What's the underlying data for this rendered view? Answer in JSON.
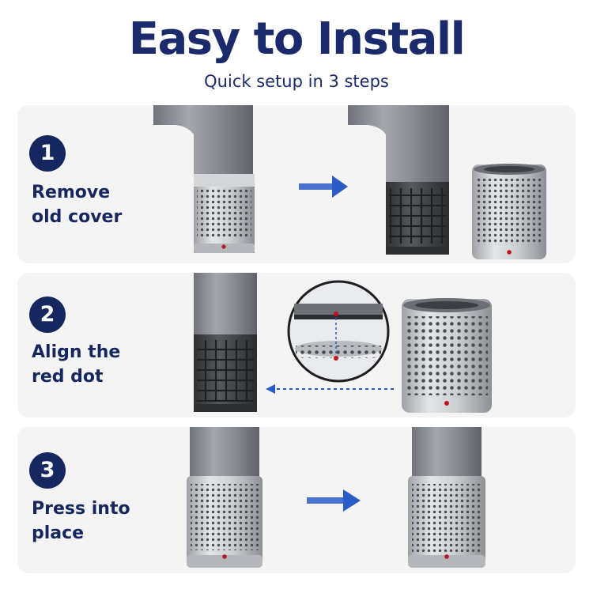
{
  "header": {
    "title": "Easy to Install",
    "subtitle": "Quick setup in 3 steps"
  },
  "steps": [
    {
      "number": "1",
      "label_line1": "Remove",
      "label_line2": "old cover"
    },
    {
      "number": "2",
      "label_line1": "Align the",
      "label_line2": "red dot"
    },
    {
      "number": "3",
      "label_line1": "Press into",
      "label_line2": "place"
    }
  ],
  "colors": {
    "title": "#1b2a6b",
    "step_badge": "#16275f",
    "panel_bg": "#f4f4f5",
    "arrow": "#2a5cc8",
    "align_dot": "#c0141c"
  },
  "icons": [
    "right-arrow-icon",
    "dashed-left-arrow-icon",
    "magnifier-detail-icon"
  ]
}
